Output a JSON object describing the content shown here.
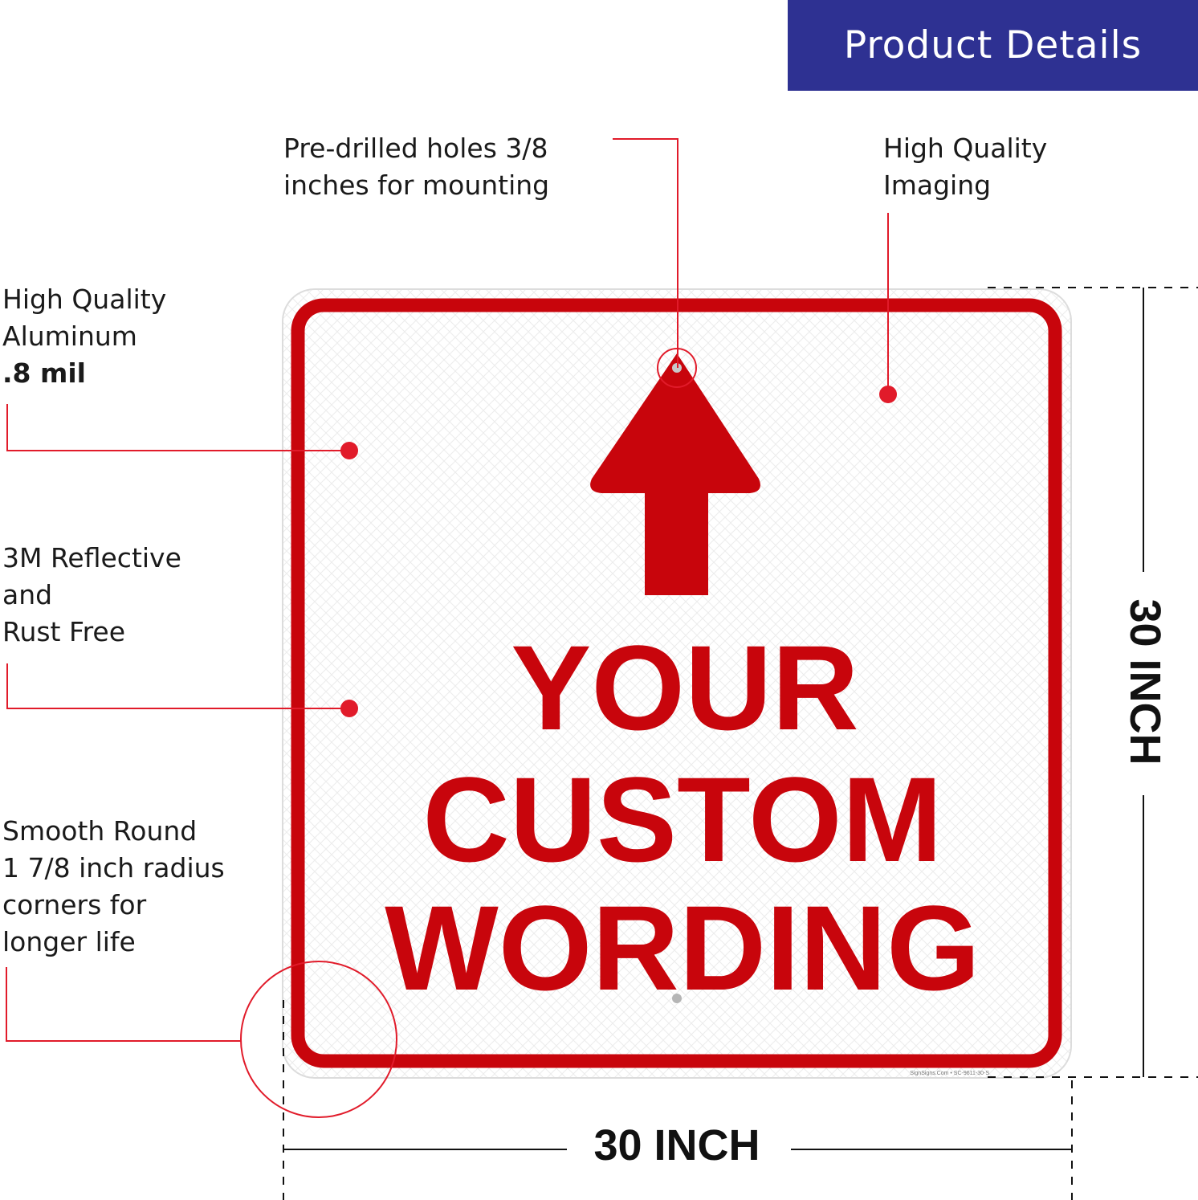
{
  "banner": {
    "title": "Product Details"
  },
  "callouts": {
    "holes": [
      "Pre-drilled holes 3/8",
      "inches for mounting"
    ],
    "imaging": [
      "High Quality",
      "Imaging"
    ],
    "aluminum": [
      "High Quality",
      "Aluminum",
      ".8 mil"
    ],
    "reflective": [
      "3M Reflective",
      "and",
      "Rust Free"
    ],
    "corners": [
      "Smooth Round",
      "1 7/8 inch radius",
      "corners for",
      "longer life"
    ]
  },
  "sign": {
    "lines": [
      "YOUR",
      "CUSTOM",
      "WORDING"
    ],
    "arrow_direction": "up",
    "imprint": "SignSigns.Com • SC-9611-30-S"
  },
  "dimensions": {
    "width": "30 INCH",
    "height": "30 INCH"
  },
  "colors": {
    "banner": "#2e3192",
    "sign_red": "#c8050c",
    "callout_red": "#e11b2a"
  }
}
